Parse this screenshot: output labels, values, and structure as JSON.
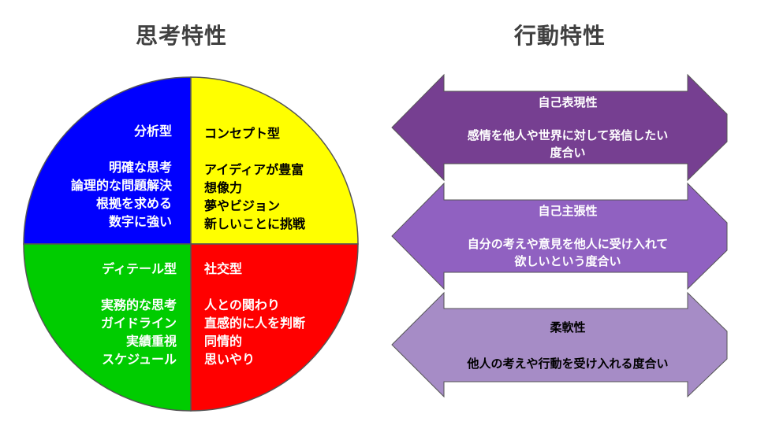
{
  "titles": {
    "left": "思考特性",
    "right": "行動特性"
  },
  "colors": {
    "analytical": "#0000ff",
    "concept": "#ffff00",
    "detail": "#00cc00",
    "social": "#ff0000",
    "arrow1": "#763f91",
    "arrow2": "#9061c1",
    "arrow3": "#a68cc6"
  },
  "quadrants": {
    "analytical": {
      "name": "分析型",
      "items": [
        "明確な思考",
        "論理的な問題解決",
        "根拠を求める",
        "数字に強い"
      ]
    },
    "concept": {
      "name": "コンセプト型",
      "items": [
        "アイディアが豊富",
        "想像力",
        "夢やビジョン",
        "新しいことに挑戦"
      ]
    },
    "detail": {
      "name": "ディテール型",
      "items": [
        "実務的な思考",
        "ガイドライン",
        "実績重視",
        "スケジュール"
      ]
    },
    "social": {
      "name": "社交型",
      "items": [
        "人との関わり",
        "直感的に人を判断",
        "同情的",
        "思いやり"
      ]
    }
  },
  "arrows": [
    {
      "name": "自己表現性",
      "desc": [
        "感情を他人や世界に対して発信したい",
        "度合い"
      ]
    },
    {
      "name": "自己主張性",
      "desc": [
        "自分の考えや意見を他人に受け入れて",
        "欲しいという度合い"
      ]
    },
    {
      "name": "柔軟性",
      "desc": [
        "他人の考えや行動を受け入れる度合い"
      ]
    }
  ]
}
